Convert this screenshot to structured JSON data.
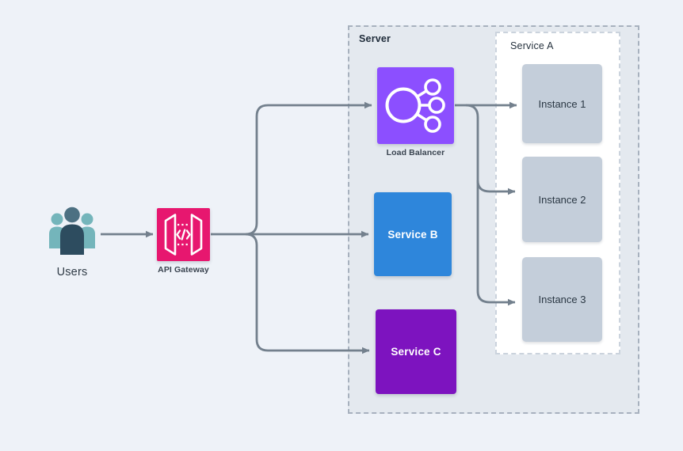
{
  "containers": {
    "server": {
      "label": "Server",
      "bg": "#E4E9EF",
      "border": "#A7B1BE"
    },
    "service_a": {
      "label": "Service A",
      "bg": "#FFFFFF",
      "border": "#CBD3DD"
    }
  },
  "nodes": {
    "users": {
      "label": "Users"
    },
    "api_gateway": {
      "label": "API Gateway",
      "color": "#E7176F"
    },
    "load_balancer": {
      "label": "Load Balancer",
      "color": "#8C4FFF"
    },
    "service_b": {
      "label": "Service B",
      "color": "#2E86DB"
    },
    "service_c": {
      "label": "Service C",
      "color": "#7D13BF"
    }
  },
  "instances": [
    {
      "label": "Instance 1"
    },
    {
      "label": "Instance 2"
    },
    {
      "label": "Instance 3"
    }
  ],
  "edges": [
    {
      "from": "Users",
      "to": "API Gateway"
    },
    {
      "from": "API Gateway",
      "to": "Load Balancer"
    },
    {
      "from": "API Gateway",
      "to": "Service B"
    },
    {
      "from": "API Gateway",
      "to": "Service C"
    },
    {
      "from": "Load Balancer",
      "to": "Instance 1"
    },
    {
      "from": "Load Balancer",
      "to": "Instance 2"
    },
    {
      "from": "Load Balancer",
      "to": "Instance 3"
    }
  ],
  "style": {
    "canvas_bg": "#EEF2F8",
    "arrow_color": "#73808D",
    "instance_fill": "#C4CEDA",
    "label_color": "#25313D",
    "users_dark": "#2D4C5F",
    "users_teal": "#74B5BB"
  }
}
